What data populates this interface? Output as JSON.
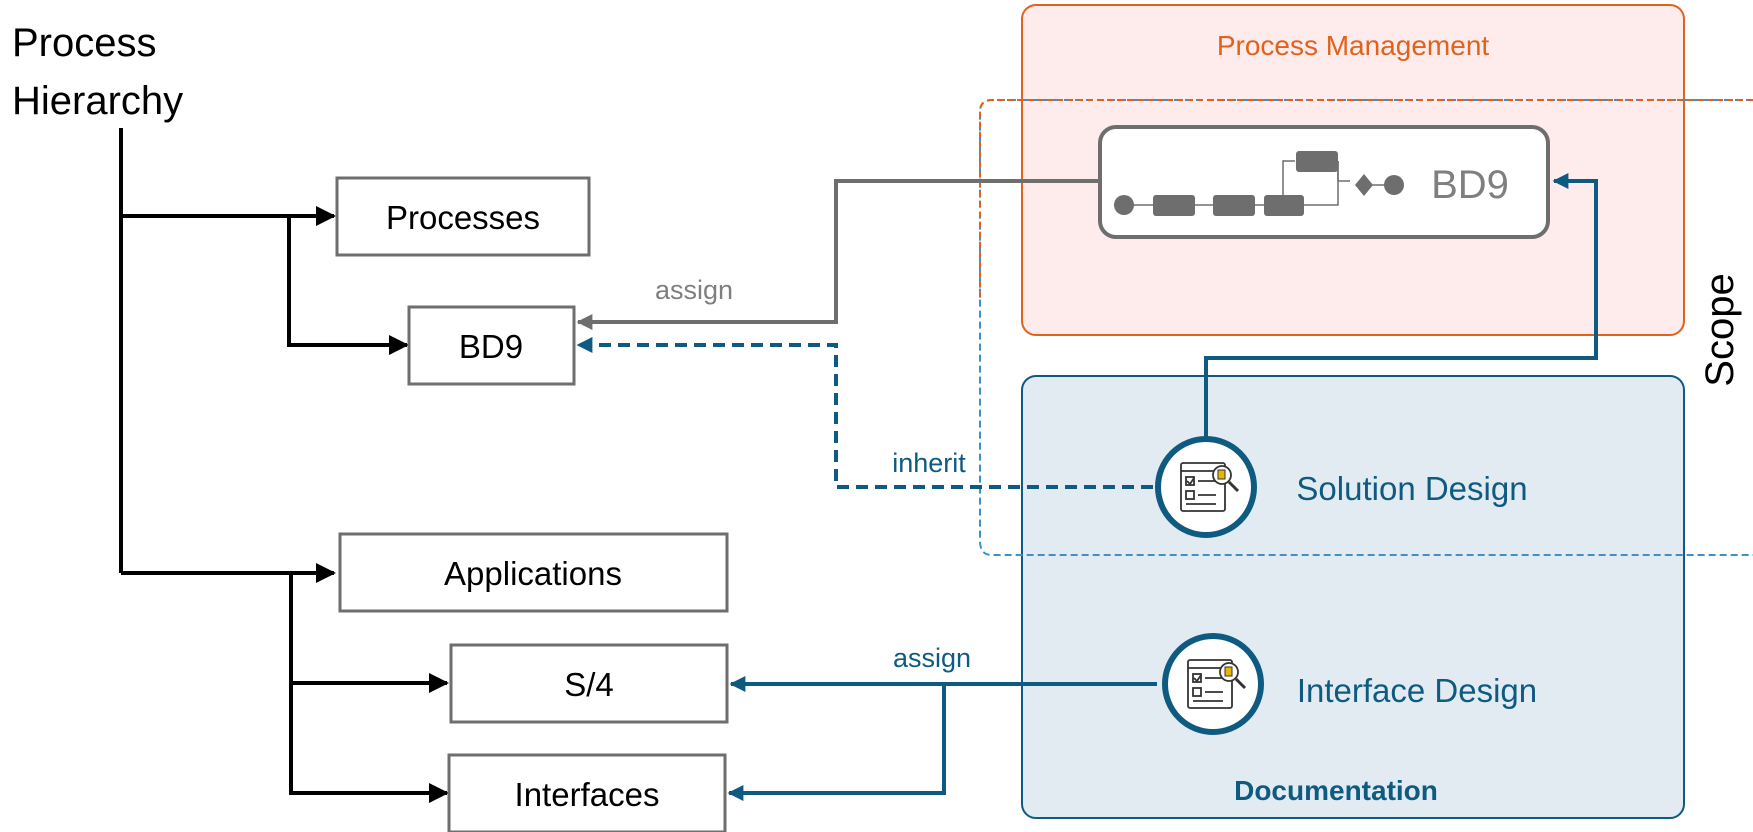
{
  "hierarchy": {
    "title_line1": "Process",
    "title_line2": "Hierarchy"
  },
  "nodes": {
    "processes": "Processes",
    "bd9": "BD9",
    "applications": "Applications",
    "s4": "S/4",
    "interfaces": "Interfaces"
  },
  "process_management": {
    "title": "Process Management",
    "bd9_model_label": "BD9"
  },
  "documentation": {
    "title": "Documentation",
    "solution_design": "Solution Design",
    "interface_design": "Interface Design"
  },
  "scope": {
    "label": "Scope"
  },
  "connectors": {
    "assign_process": "assign",
    "inherit": "inherit",
    "assign_interface": "assign"
  },
  "colors": {
    "process_management_accent": "#e0621d",
    "process_management_fill": "#fdeceb",
    "documentation_accent": "#0f5a80",
    "documentation_fill": "#e2ebf1",
    "assign_gray": "#6e6e6e",
    "scope_outline_blue": "#3a92c8"
  },
  "icons": {
    "process_flow": "process-flow-icon",
    "solution_design": "document-search-icon",
    "interface_design": "document-search-icon"
  }
}
